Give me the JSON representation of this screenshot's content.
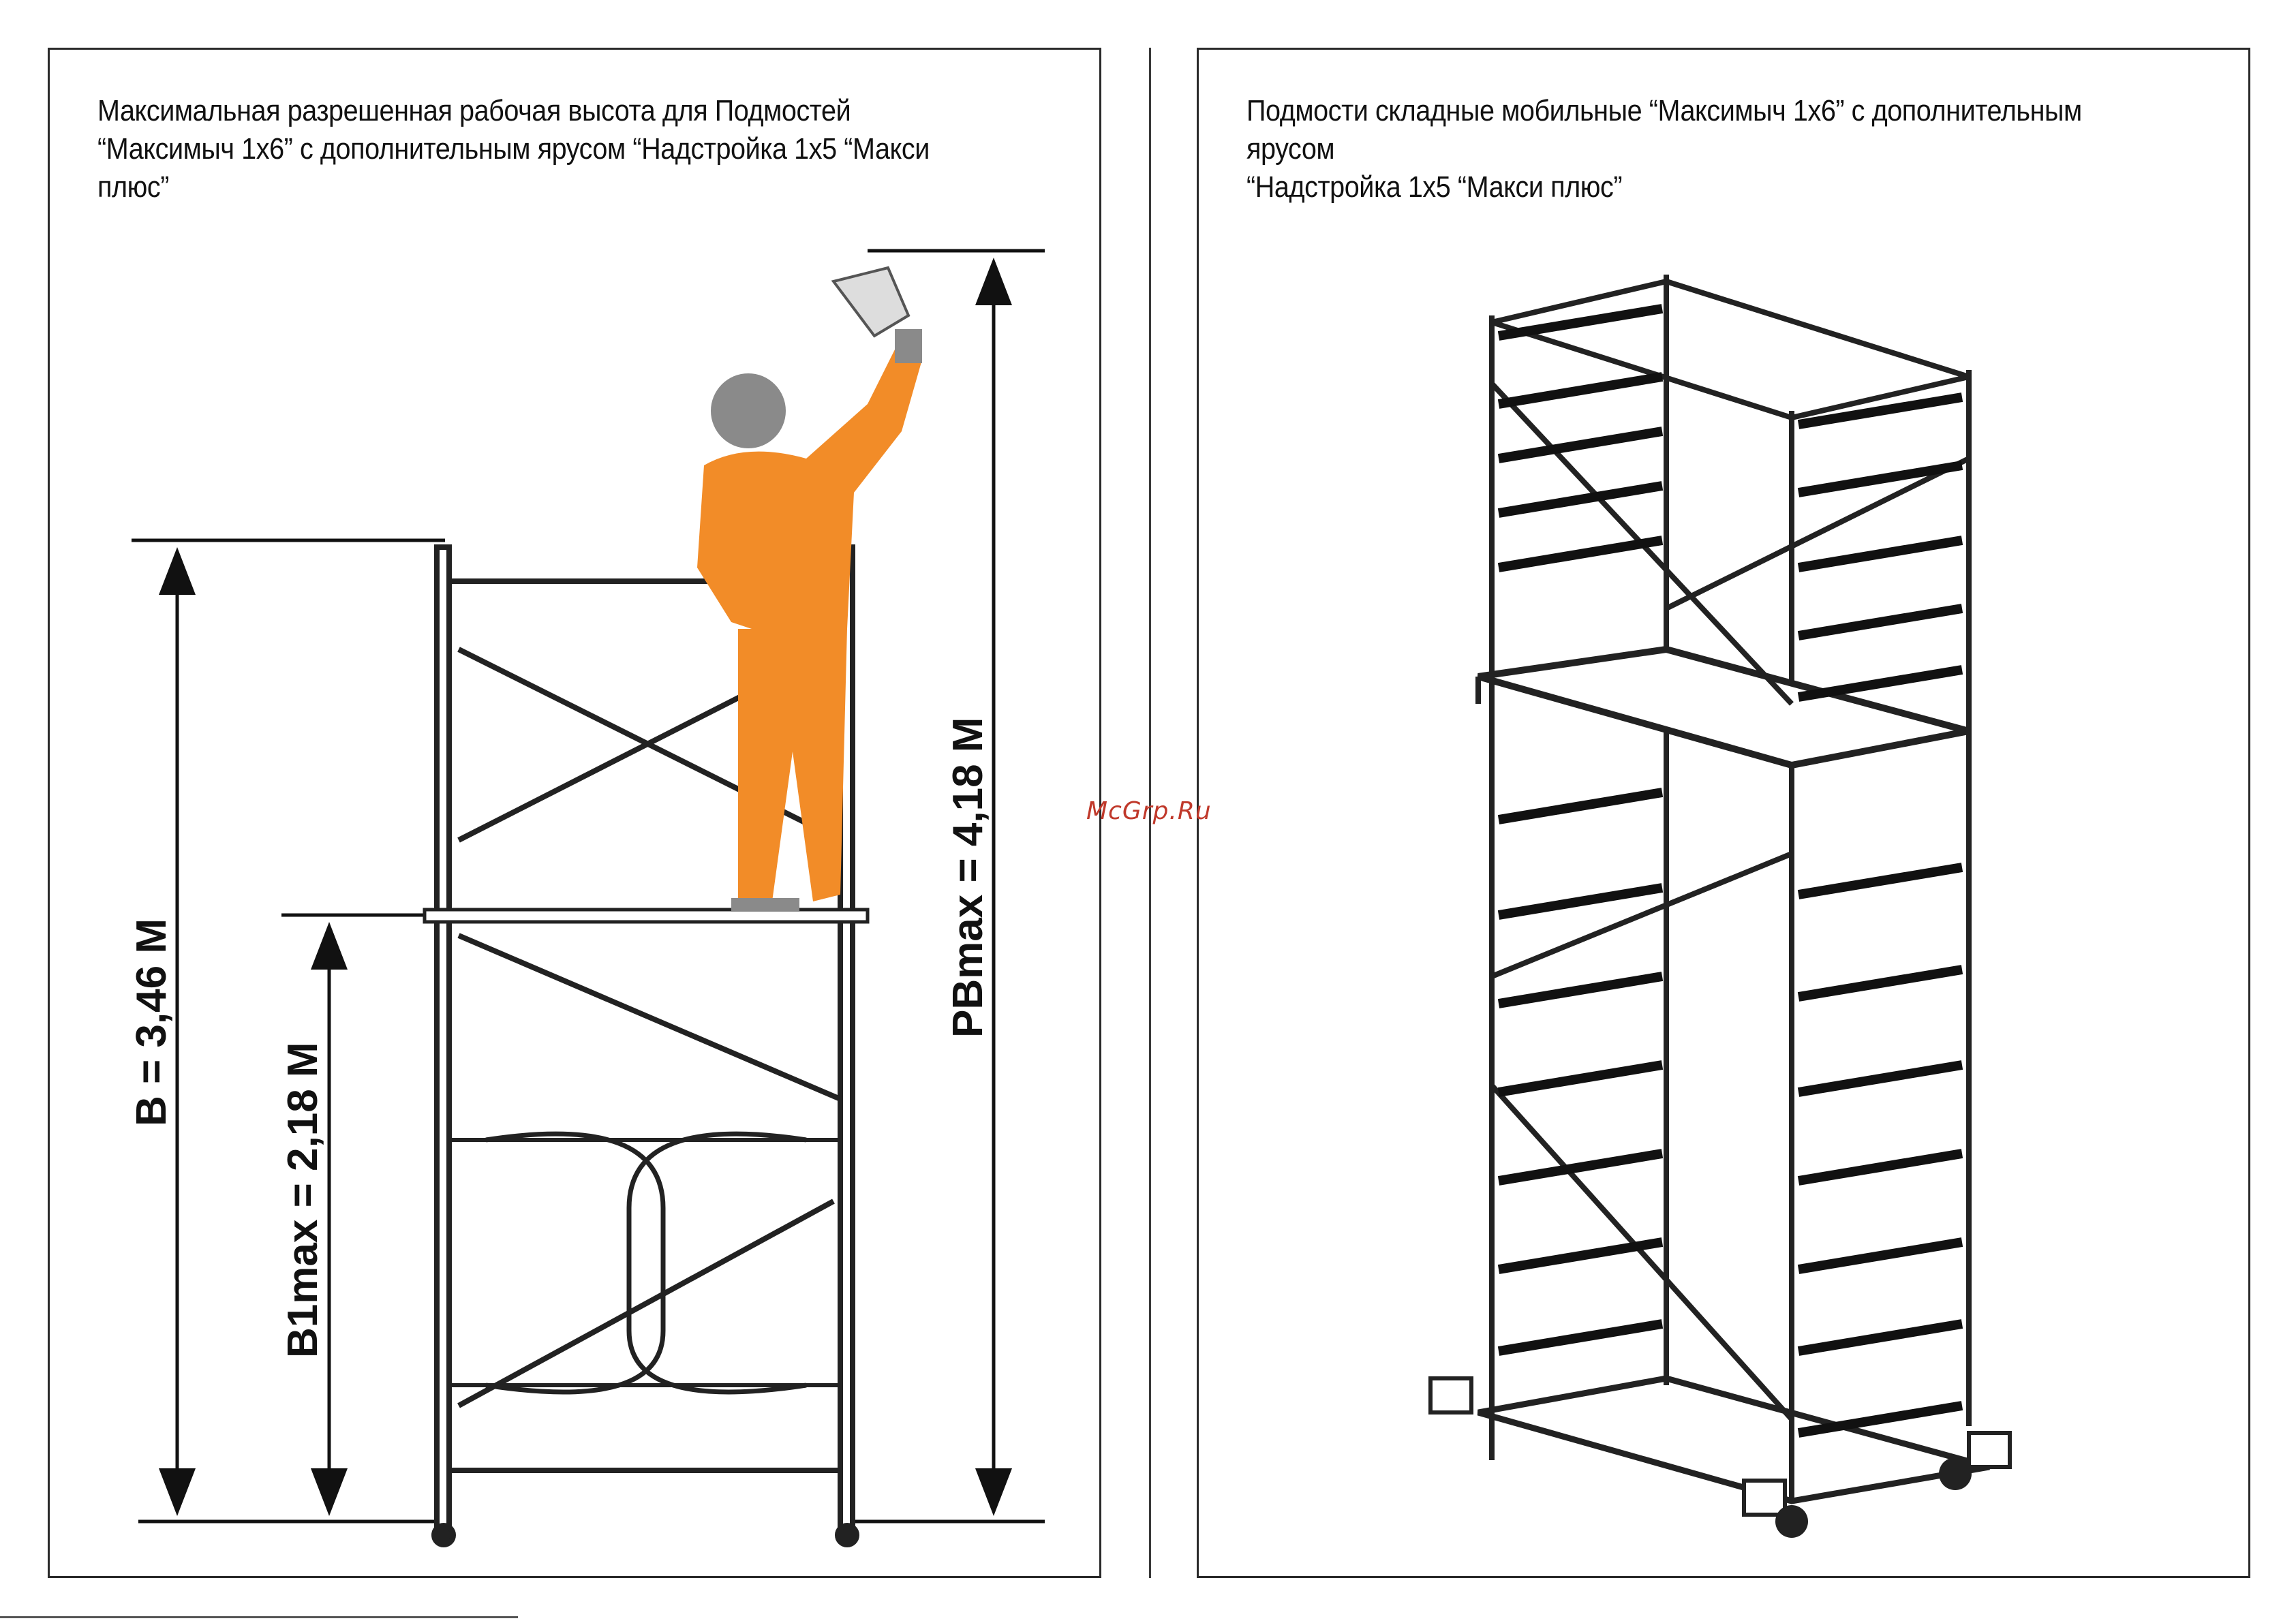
{
  "left_panel": {
    "title": "Максимальная разрешенная рабочая высота для Подмостей\n“Максимыч 1х6” с дополнительным ярусом “Надстройка 1х5 “Макси плюс”",
    "dimensions": {
      "B": "B = 3,46 M",
      "B1max": "B1max = 2,18 M",
      "PBmax": "PBmax = 4,18 M"
    },
    "worker_color": "#F28C28"
  },
  "right_panel": {
    "title": "Подмости складные мобильные “Максимыч 1х6” с дополнительным ярусом\n“Надстройка 1х5 “Макси плюс”"
  },
  "watermark": "McGrp.Ru"
}
